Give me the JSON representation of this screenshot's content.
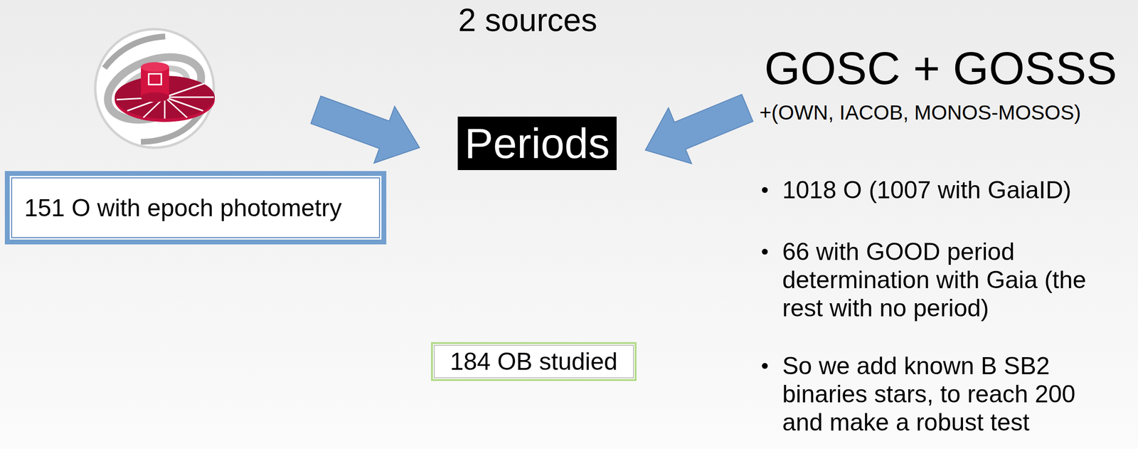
{
  "diagram": {
    "title": "2 sources",
    "nodes": [
      {
        "text": [
          "Periods"
        ]
      },
      {
        "text": [
          "151 O with epoch photometry"
        ]
      },
      {
        "text": [
          "184 OB studied"
        ]
      }
    ],
    "labels": [
      "GOSC + GOSSS",
      "+(OWN, IACOB, MONOS-MOSOS)",
      "1018 O (1007 with GaiaID)",
      "66 with GOOD period determination with Gaia (the rest with no period)",
      "So we add known B SB2 binaries stars, to reach 200 and make a robust test"
    ]
  }
}
